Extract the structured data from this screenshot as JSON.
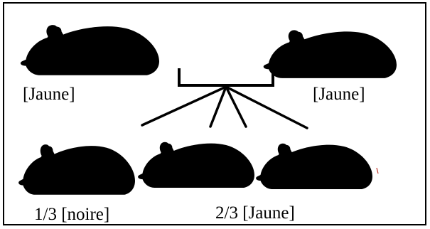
{
  "colors": {
    "yellow": "#f2ea00",
    "black": "#000000",
    "outline": "#1a1a1a"
  },
  "parents": {
    "left_label": "[Jaune]",
    "right_label": "[Jaune]"
  },
  "offspring": {
    "black_label": "1/3 [noire]",
    "yellow_label": "2/3 [Jaune]"
  }
}
